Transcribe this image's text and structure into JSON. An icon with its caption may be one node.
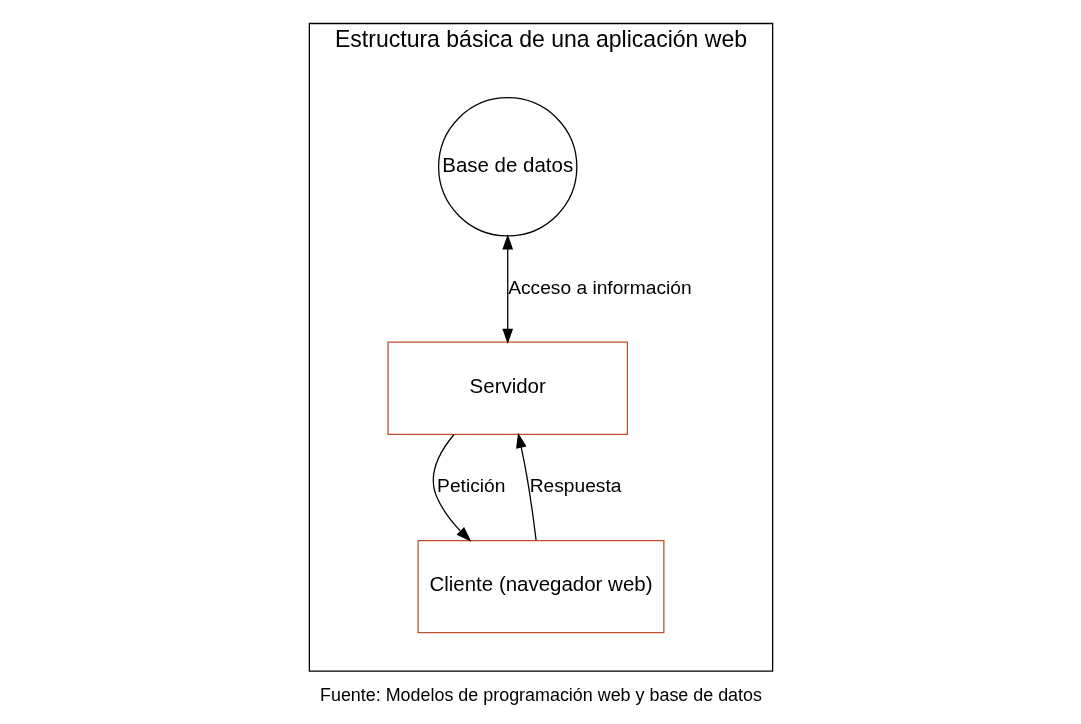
{
  "diagram": {
    "caption": "Fuente: Modelos de programación web y base de datos",
    "nodes": [
      {
        "text": [
          "Estructura básica de una aplicación web"
        ]
      },
      {
        "text": [
          "Base de datos"
        ],
        "in": 0
      },
      {
        "text": [
          "Cliente (navegador web)"
        ],
        "in": 0
      },
      {
        "text": [
          "Servidor"
        ],
        "in": 0
      }
    ],
    "edges": [
      {
        "from": 1,
        "to": 3,
        "arrow": "both",
        "label": "Acceso a información"
      },
      {
        "from": 3,
        "to": 2,
        "arrow": "to",
        "label": "Petición"
      },
      {
        "from": 2,
        "to": 3,
        "arrow": "to",
        "label": "Respuesta"
      }
    ]
  }
}
